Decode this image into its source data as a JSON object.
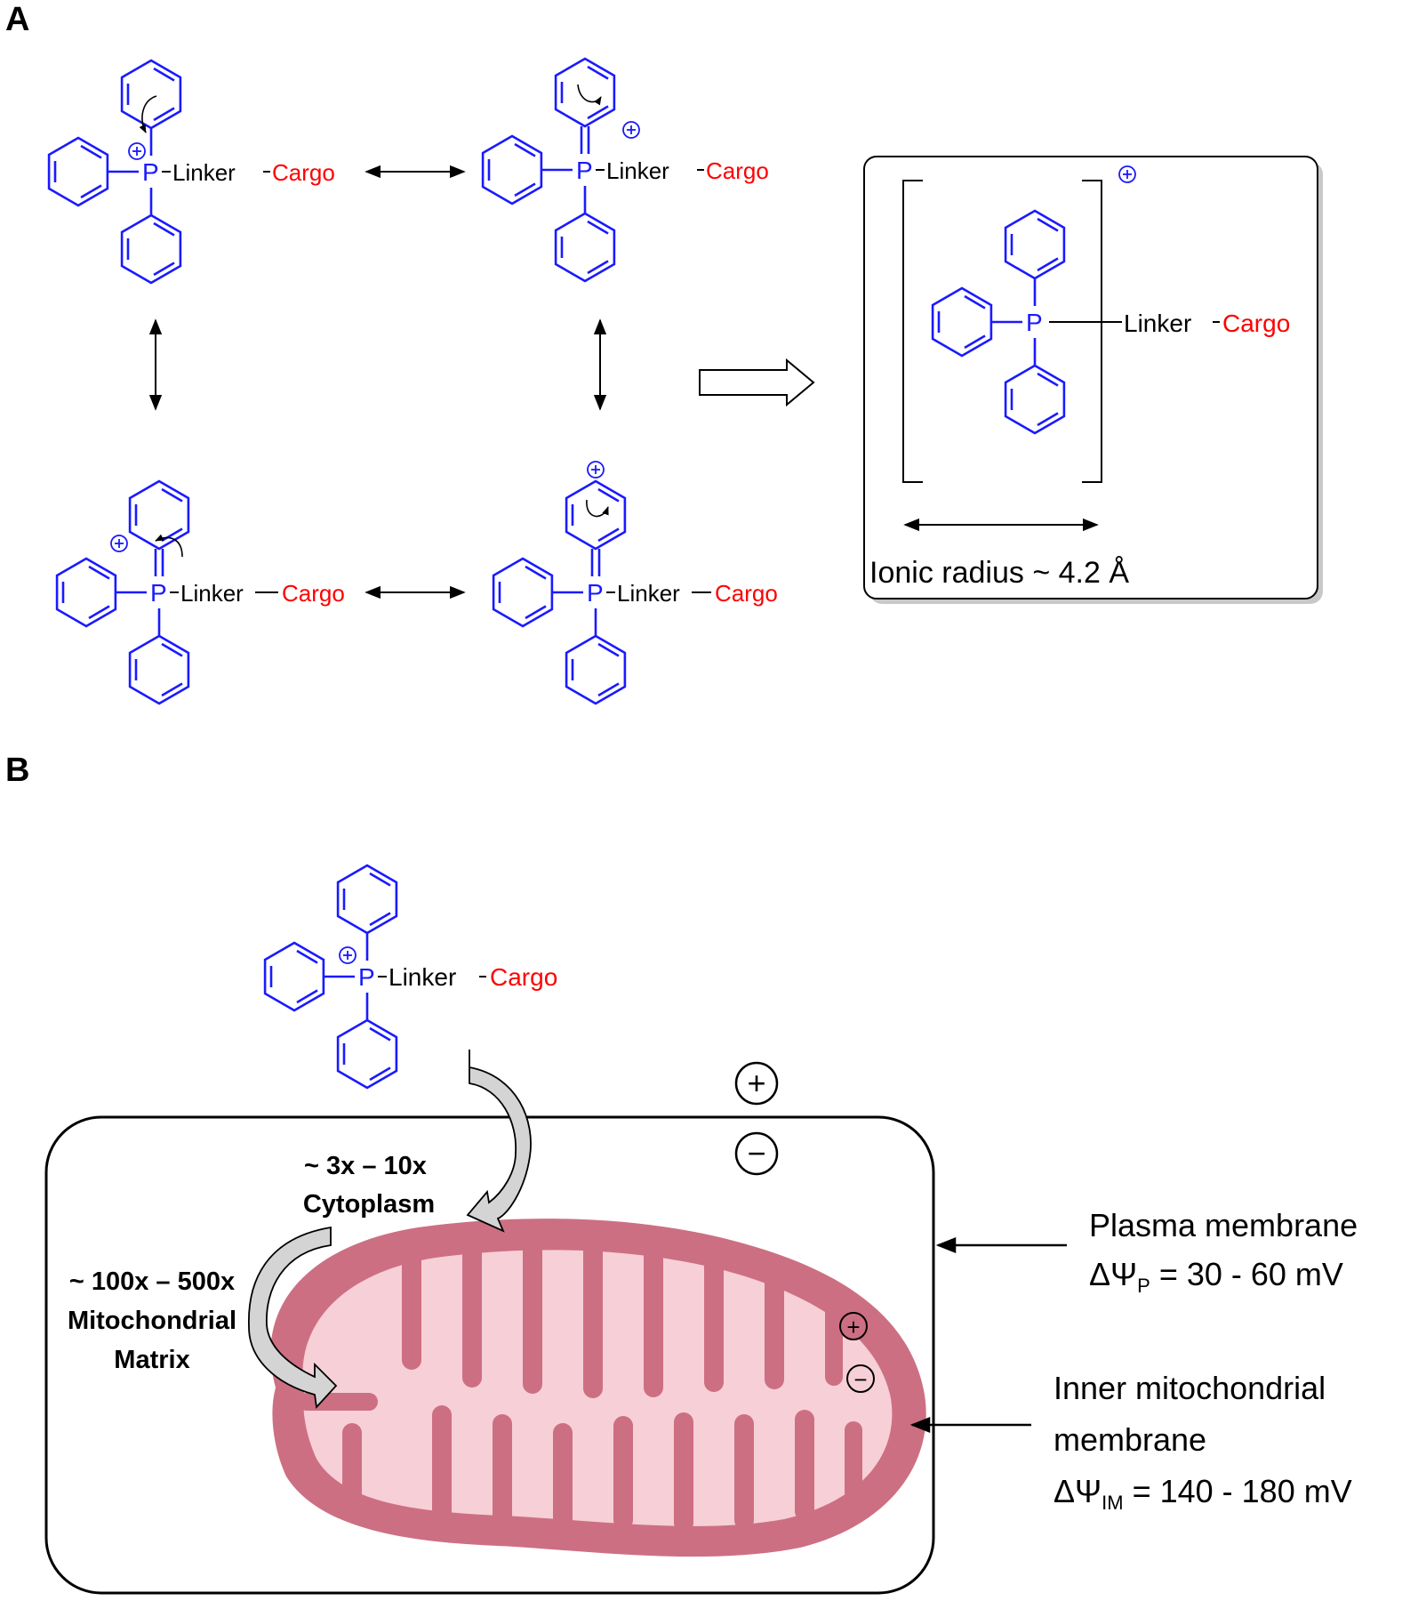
{
  "panel_a": {
    "label": "A",
    "atom_p": "P",
    "linker": "Linker",
    "cargo": "Cargo",
    "plus": "+",
    "ionic_radius": "Ionic radius ~ 4.2 Å"
  },
  "panel_b": {
    "label": "B",
    "uptake_cytoplasm": {
      "line1": "~ 3x – 10x",
      "line2": "Cytoplasm"
    },
    "uptake_matrix": {
      "line1": "~ 100x – 500x",
      "line2": "Mitochondrial",
      "line3": "Matrix"
    },
    "plasma_membrane": {
      "title": "Plasma membrane",
      "psi": "ΔΨ",
      "sub": "P",
      "value": " = 30 - 60 mV"
    },
    "inner_membrane": {
      "title1": "Inner mitochondrial",
      "title2": "membrane",
      "psi": "ΔΨ",
      "sub": "IM",
      "value": " = 140 - 180 mV"
    },
    "plus": "+",
    "minus": "−"
  },
  "colors": {
    "tpp_blue": "#1a1aff",
    "cargo_red": "#ff0000",
    "mito_outer": "#cd6f82",
    "mito_inner": "#f7cfd7",
    "arrow_fill": "#d4d4d4"
  }
}
